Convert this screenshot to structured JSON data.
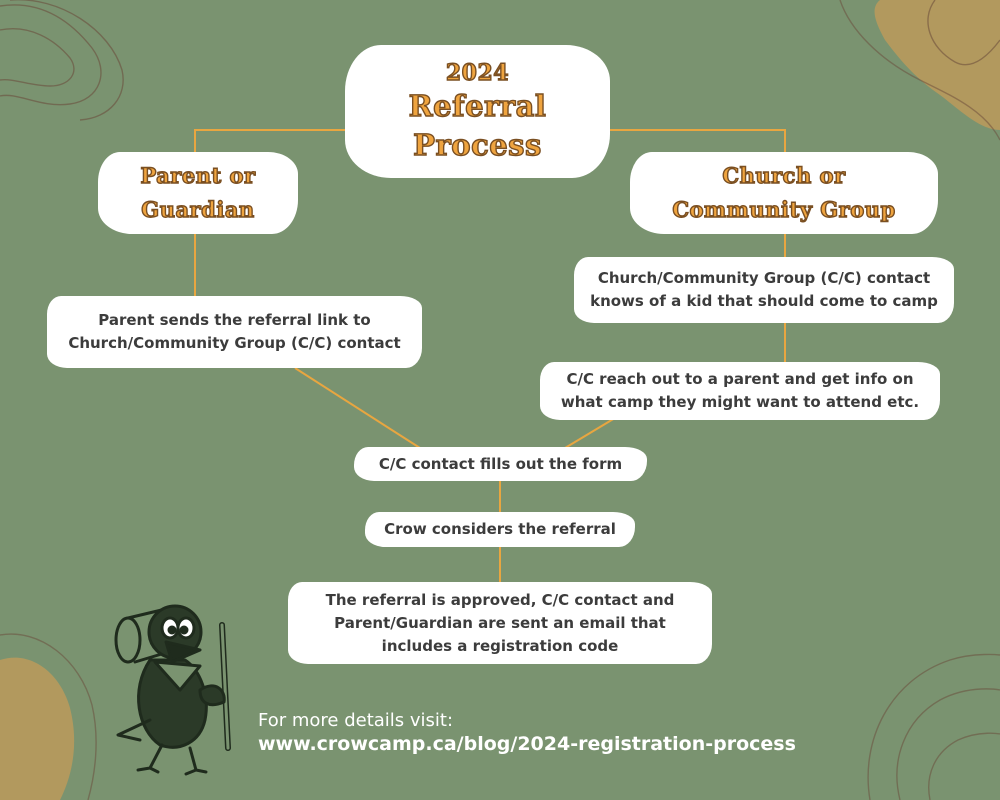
{
  "colors": {
    "background": "#7a9370",
    "box": "#ffffff",
    "connector": "#e8a640",
    "title_fill": "#efa43f",
    "title_outline": "#7a4f22",
    "step_text": "#3c3c3c",
    "corner_blob": "#b89a5c"
  },
  "title": {
    "year": "2024",
    "line2": "Referral",
    "line3": "Process"
  },
  "branches": {
    "left": {
      "line1": "Parent or",
      "line2": "Guardian"
    },
    "right": {
      "line1": "Church or",
      "line2": "Community Group"
    }
  },
  "steps": {
    "left_1": {
      "line1": "Parent sends the referral link to",
      "line2": "Church/Community Group (C/C) contact"
    },
    "right_1": {
      "line1": "Church/Community Group (C/C) contact",
      "line2": "knows of a kid that should come to camp"
    },
    "right_2": {
      "line1": "C/C reach out to a parent and get info on",
      "line2": "what camp they might want to attend etc."
    },
    "merge": {
      "text": "C/C contact fills out the form"
    },
    "consider": {
      "text": "Crow considers the referral"
    },
    "approved": {
      "line1": "The referral is approved, C/C contact and",
      "line2": "Parent/Guardian are sent an email that",
      "line3": "includes a registration code"
    }
  },
  "footer": {
    "label": "For more details visit:",
    "url": "www.crowcamp.ca/blog/2024-registration-process"
  },
  "icons": {
    "mascot": "crow-hiker-mascot-icon"
  }
}
